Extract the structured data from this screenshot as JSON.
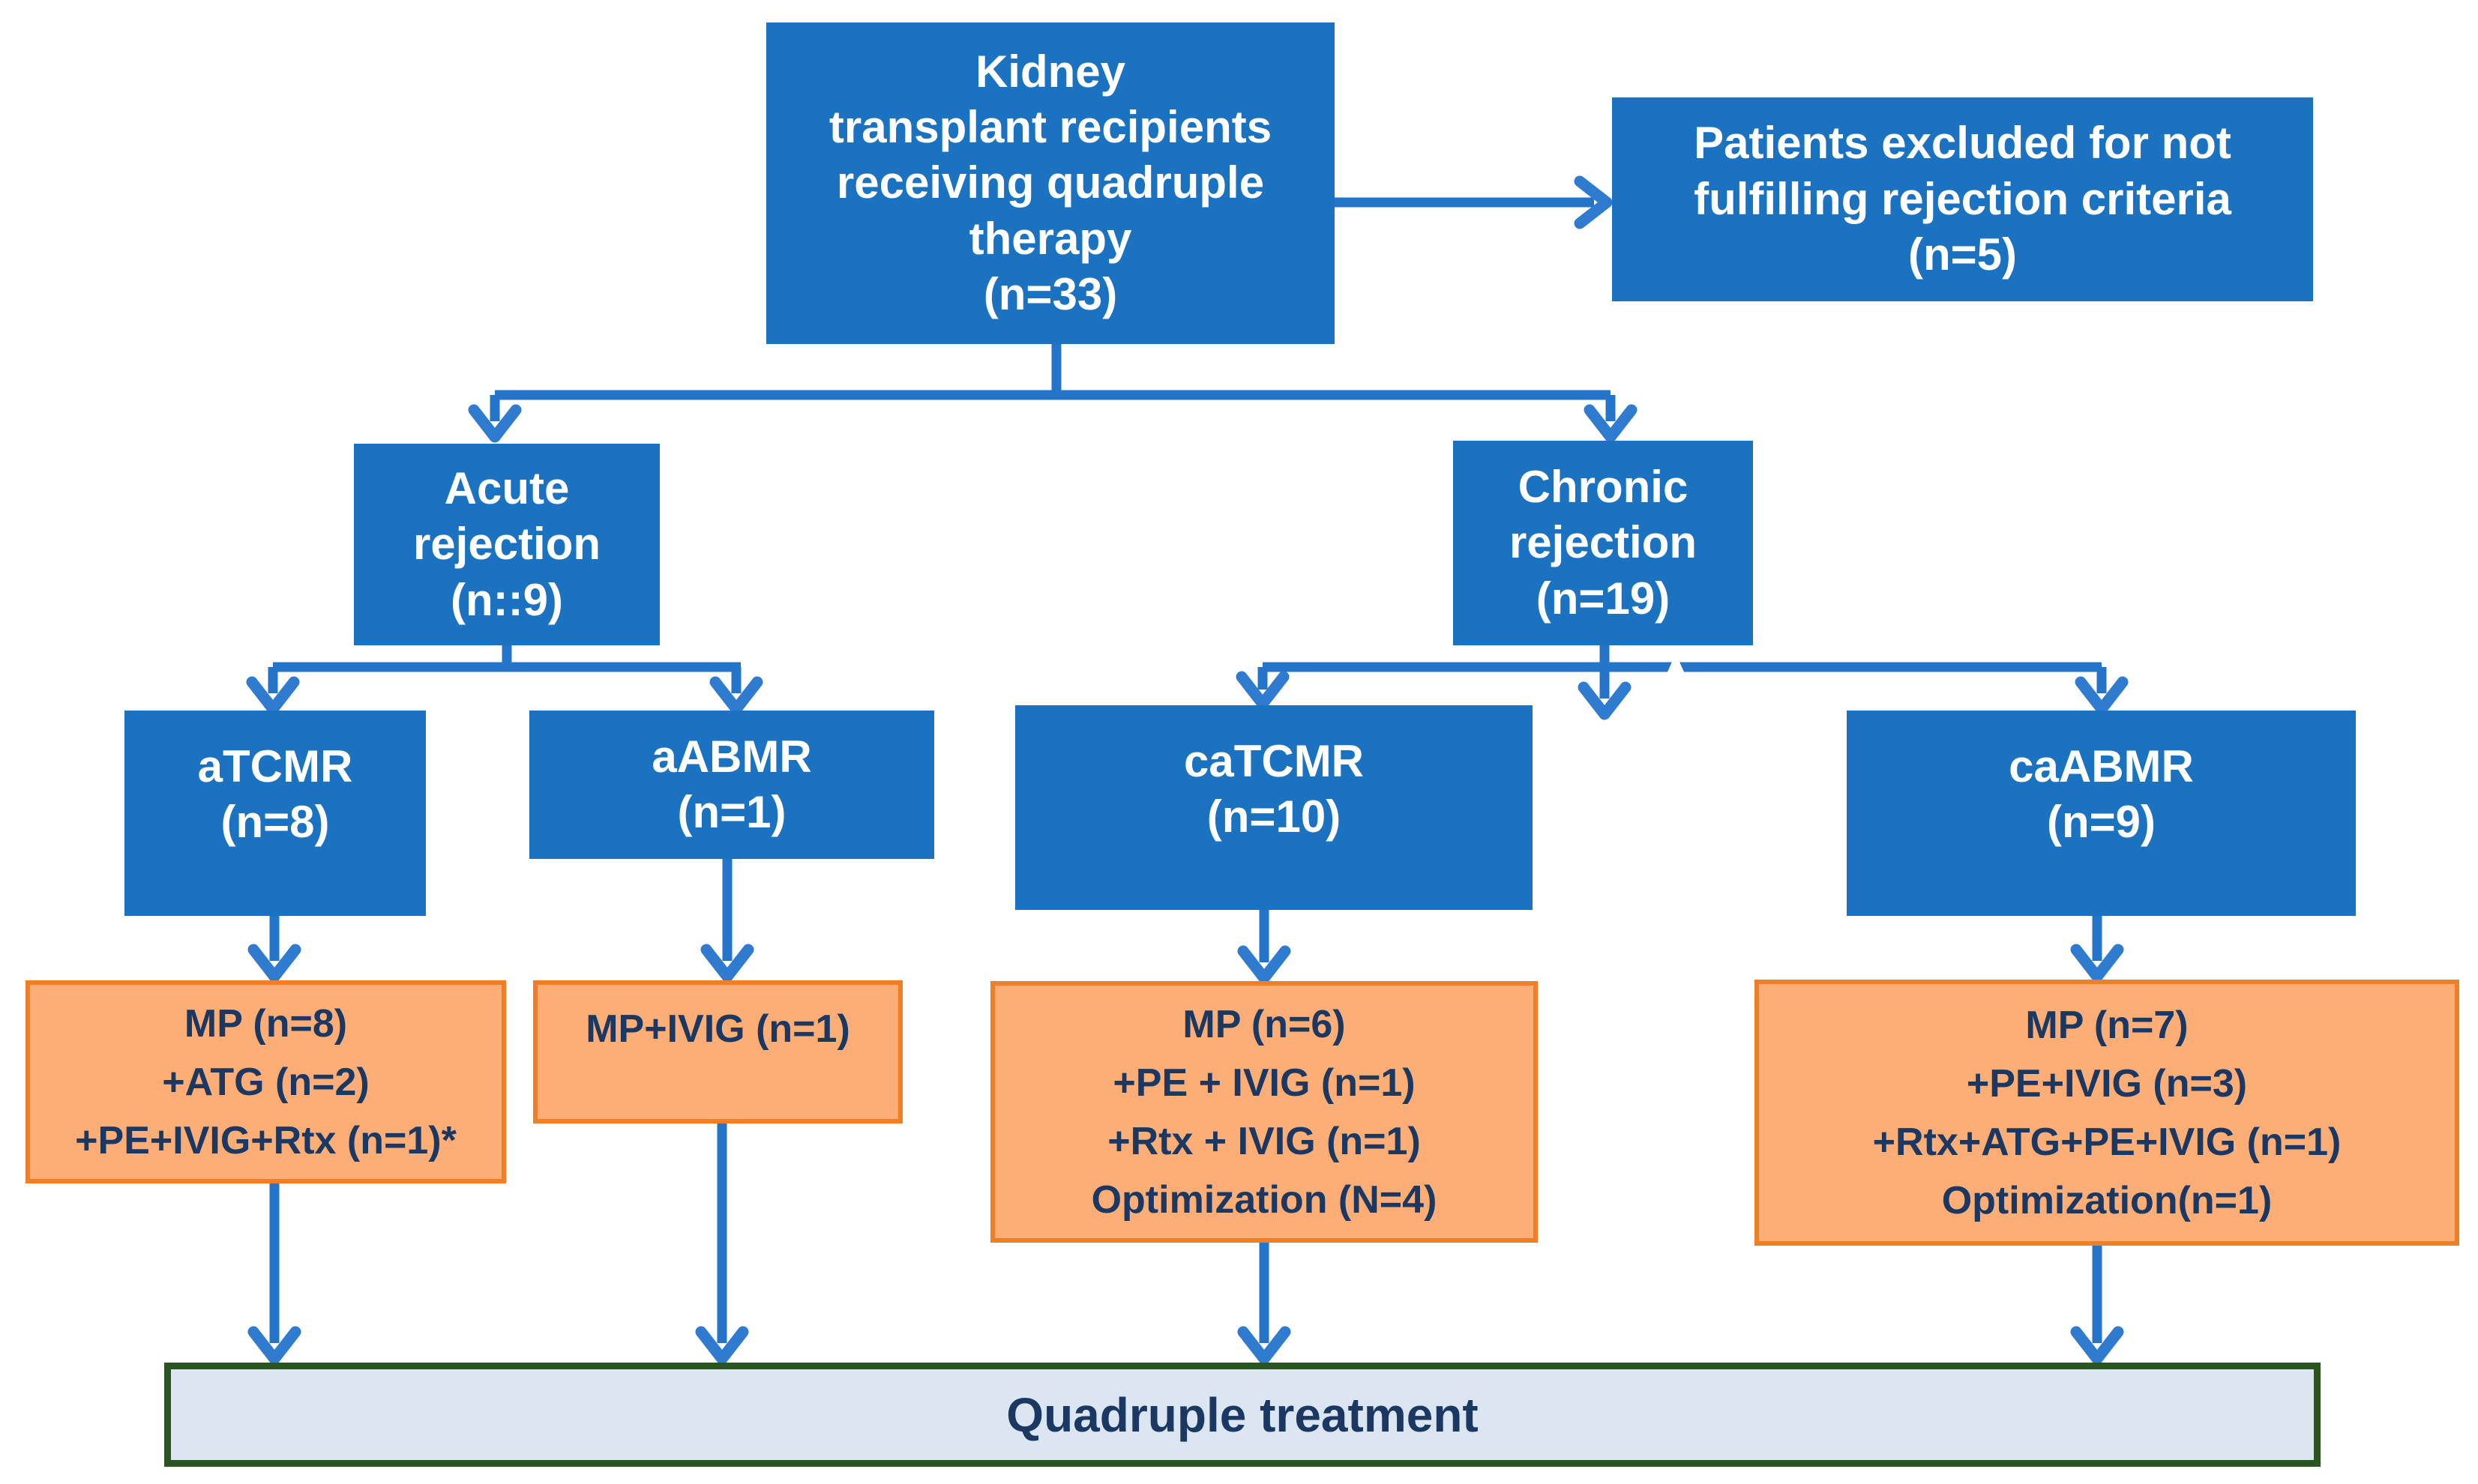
{
  "colors": {
    "box_blue": "#1b72c0",
    "arrow_blue": "#2474ca",
    "orange_fill": "#fcae76",
    "orange_border": "#f07e26",
    "bar_fill": "#dce6f2",
    "bar_border": "#2b5520",
    "text_navy": "#1b3863",
    "text_white": "#ffffff"
  },
  "boxes": {
    "root": {
      "text": "Kidney\ntransplant recipients\nreceiving quadruple\ntherapy\n(n=33)"
    },
    "excluded": {
      "text": "Patients excluded for not\nfulfilling rejection criteria\n(n=5)"
    },
    "acute": {
      "text": "Acute\nrejection\n(n::9)"
    },
    "chronic": {
      "text": "Chronic\nrejection\n(n=19)"
    },
    "atcmr": {
      "text": "aTCMR\n(n=8)"
    },
    "aabmr": {
      "text": "aABMR\n(n=1)"
    },
    "catcmr": {
      "text": "caTCMR\n(n=10)"
    },
    "caabmr": {
      "text": "caABMR\n(n=9)"
    },
    "treat_atcmr": {
      "text": "MP (n=8)\n+ATG (n=2)\n+PE+IVIG+Rtx (n=1)*"
    },
    "treat_aabmr": {
      "text": "MP+IVIG (n=1)"
    },
    "treat_catcmr": {
      "text": "MP (n=6)\n+PE + IVIG (n=1)\n+Rtx + IVIG (n=1)\nOptimization (N=4)"
    },
    "treat_caabmr": {
      "text": "MP (n=7)\n+PE+IVIG (n=3)\n+Rtx+ATG+PE+IVIG (n=1)\nOptimization(n=1)"
    },
    "quadruple": {
      "text": "Quadruple treatment"
    }
  }
}
